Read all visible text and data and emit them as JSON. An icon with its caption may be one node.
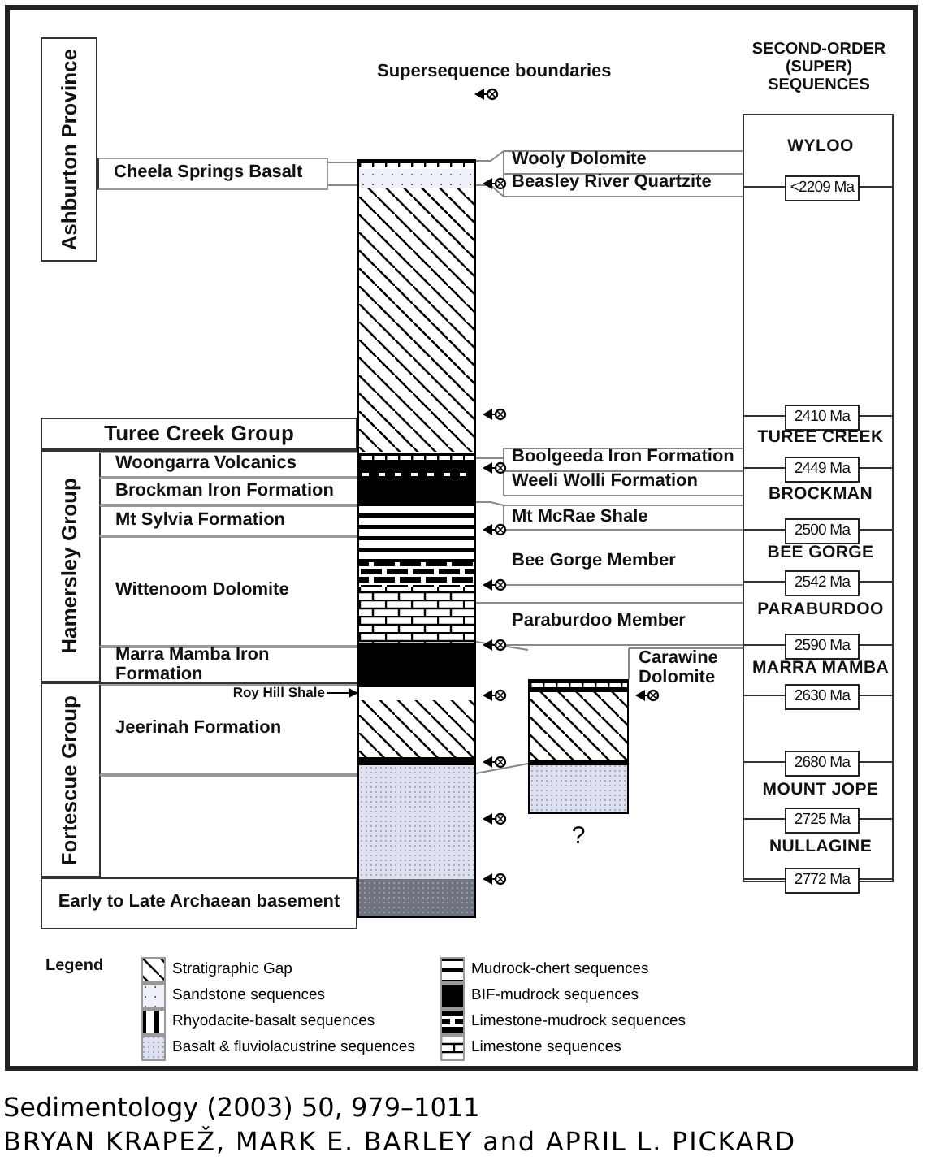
{
  "diagram": {
    "caption": "Sedimentology (2003) 50, 979–1011",
    "nodes": [
      {
        "text": [
          "Ashburton Province"
        ]
      },
      {
        "text": [
          "Cheela Springs Basalt"
        ]
      },
      {
        "text": [
          "Turee Creek Group"
        ]
      },
      {
        "text": [
          "Hamersley Group"
        ]
      },
      {
        "text": [
          "Woongarra Volcanics"
        ],
        "in": 3
      },
      {
        "text": [
          "Brockman Iron Formation"
        ],
        "in": 3
      },
      {
        "text": [
          "Mt Sylvia Formation"
        ],
        "in": 3
      },
      {
        "text": [
          "Wittenoom Dolomite"
        ],
        "in": 3
      },
      {
        "text": [
          "Marra Mamba Iron Formation"
        ],
        "in": 3
      },
      {
        "text": [
          "Fortescue Group"
        ]
      },
      {
        "text": [
          "Jeerinah Formation"
        ],
        "in": 9
      },
      {
        "text": [
          "Roy Hill Shale"
        ],
        "in": 10
      },
      {
        "text": [],
        "shape": "box",
        "in": 9
      },
      {
        "text": [
          "Early to Late Archaean basement"
        ]
      },
      {
        "text": [],
        "shape": "bar"
      },
      {
        "text": [],
        "shape": "bar",
        "beside": [
          "?"
        ]
      },
      {
        "text": [
          "SECOND-ORDER (SUPER) SEQUENCES"
        ]
      },
      {
        "text": [
          "<2209 Ma"
        ],
        "in": 16
      },
      {
        "text": [
          "2410 Ma"
        ],
        "in": 16
      },
      {
        "text": [
          "2449 Ma"
        ],
        "in": 16
      },
      {
        "text": [
          "2500 Ma"
        ],
        "in": 16
      },
      {
        "text": [
          "2542 Ma"
        ],
        "in": 16
      },
      {
        "text": [
          "2590 Ma"
        ],
        "in": 16
      },
      {
        "text": [
          "2630 Ma"
        ],
        "in": 16
      },
      {
        "text": [
          "2680 Ma"
        ],
        "in": 16
      },
      {
        "text": [
          "2725 Ma"
        ],
        "in": 16
      },
      {
        "text": [
          "2772 Ma"
        ],
        "in": 16
      }
    ],
    "edges": [
      {
        "from": 11,
        "to": 14,
        "arrow": "to"
      }
    ],
    "labels": [
      "Supersequence boundaries",
      "Wooly Dolomite",
      "Beasley River Quartzite",
      "WYLOO",
      "TUREE CREEK",
      "Boolgeeda Iron Formation",
      "Weeli Wolli Formation",
      "BROCKMAN",
      "Mt McRae Shale",
      "BEE GORGE",
      "Bee Gorge Member",
      "PARABURDOO",
      "Paraburdoo Member",
      "Carawine Dolomite",
      "MARRA MAMBA",
      "MOUNT JOPE",
      "NULLAGINE",
      "Legend",
      "BRYAN KRAPEŽ, MARK E. BARLEY and APRIL L. PICKARD"
    ],
    "legend": [
      {
        "text": "Stratigraphic Gap"
      },
      {
        "text": "Sandstone sequences"
      },
      {
        "text": "Rhyodacite-basalt sequences"
      },
      {
        "text": "Basalt & fluviolacustrine sequences"
      },
      {
        "text": "Mudrock-chert sequences"
      },
      {
        "text": "BIF-mudrock sequences"
      },
      {
        "text": "Limestone-mudrock sequences"
      },
      {
        "text": "Limestone sequences"
      }
    ]
  }
}
